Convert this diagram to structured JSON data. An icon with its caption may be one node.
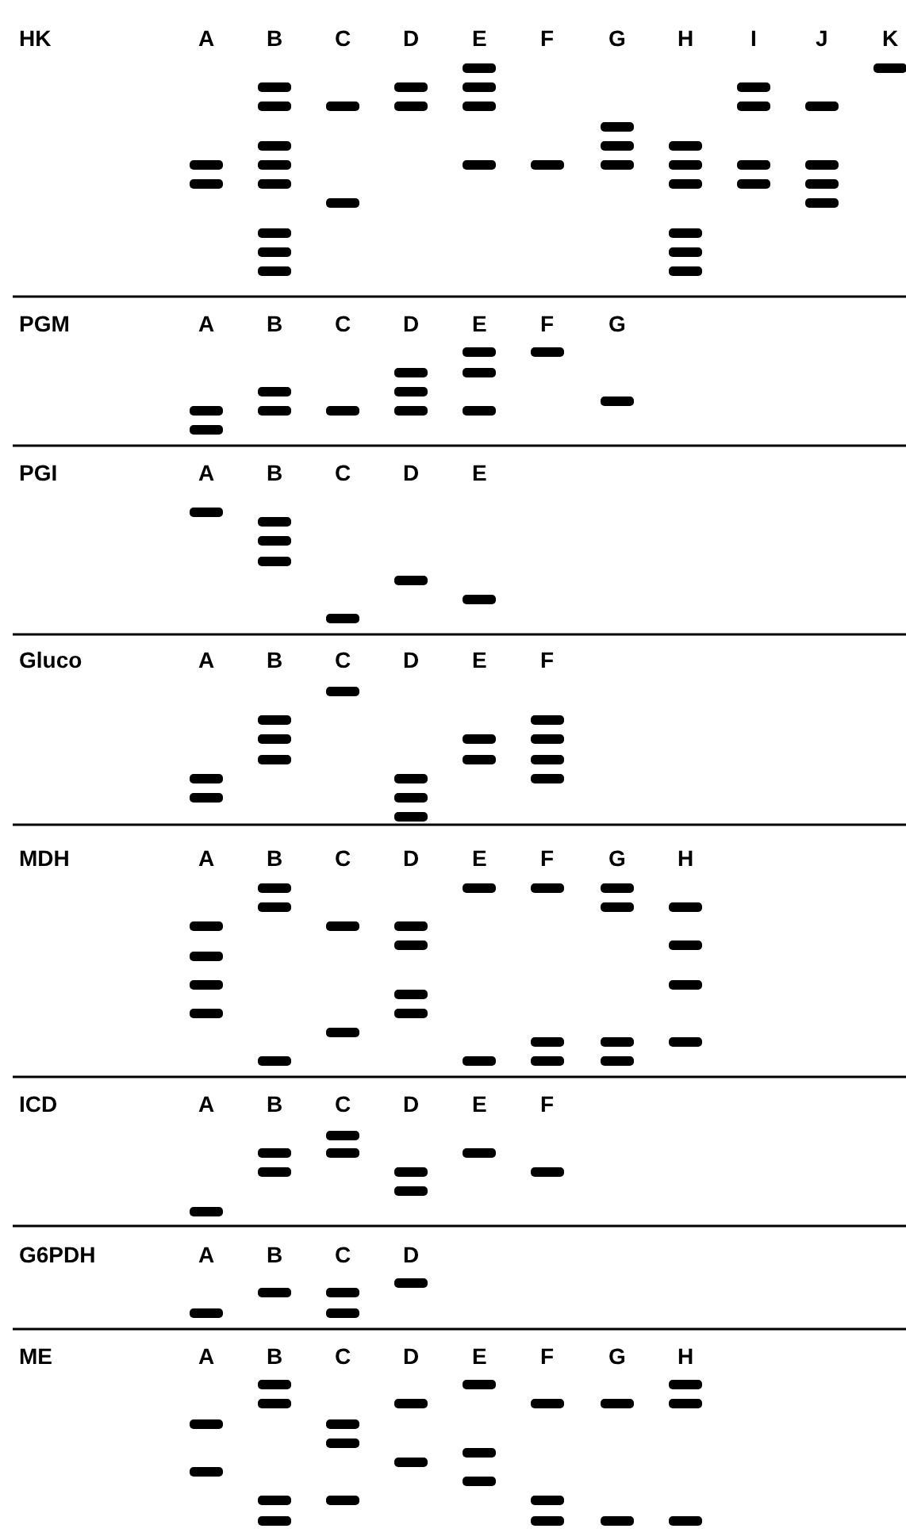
{
  "diagram": {
    "labels": [
      "HK",
      "A",
      "B",
      "C",
      "D",
      "E",
      "F",
      "G",
      "H",
      "I",
      "J",
      "K",
      "PGM",
      "A",
      "B",
      "C",
      "D",
      "E",
      "F",
      "G",
      "PGI",
      "A",
      "B",
      "C",
      "D",
      "E",
      "Gluco",
      "A",
      "B",
      "C",
      "D",
      "E",
      "F",
      "MDH",
      "A",
      "B",
      "C",
      "D",
      "E",
      "F",
      "G",
      "H",
      "ICD",
      "A",
      "B",
      "C",
      "D",
      "E",
      "F",
      "G6PDH",
      "A",
      "B",
      "C",
      "D",
      "ME",
      "A",
      "B",
      "C",
      "D",
      "E",
      "F",
      "G",
      "H"
    ]
  }
}
